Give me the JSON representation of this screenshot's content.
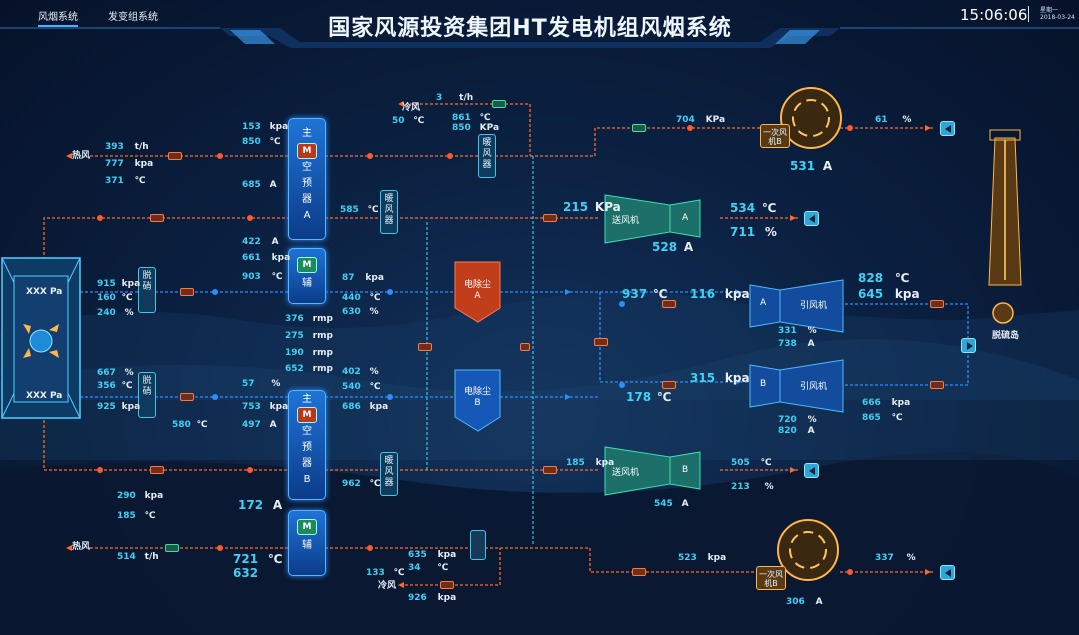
{
  "header": {
    "tabs": [
      {
        "label": "风烟系统"
      },
      {
        "label": "发变组系统"
      }
    ],
    "title": "国家风源投资集团HT发电机组风烟系统",
    "clock": "15:06:06",
    "weekday": "星期一",
    "date": "2018-03-24"
  },
  "air_preheater": {
    "label_top": "XXX Pa",
    "label_bottom": "XXX Pa",
    "main_a": {
      "chars": [
        "主",
        "空",
        "预",
        "器",
        "A"
      ],
      "motor": "M"
    },
    "aux_a": {
      "chars": [
        "辅"
      ],
      "motor": "M"
    },
    "main_b": {
      "chars": [
        "主",
        "空",
        "预",
        "器",
        "B"
      ],
      "motor": "M"
    },
    "aux_b": {
      "chars": [
        "辅"
      ],
      "motor": "M"
    }
  },
  "devices": {
    "warm_fan_top": "暖风器",
    "warm_fan_a": "暖风器",
    "warm_fan_b": "暖风器",
    "denitration_a": "脱硝",
    "denitration_b": "脱硝",
    "esp_a": {
      "name": "电除尘",
      "tag": "A"
    },
    "esp_b": {
      "name": "电除尘",
      "tag": "B"
    },
    "fd_fan_a": {
      "name": "送风机",
      "tag": "A"
    },
    "fd_fan_b": {
      "name": "送风机",
      "tag": "B"
    },
    "id_fan_a": {
      "name": "引风机",
      "tag": "A"
    },
    "id_fan_b": {
      "name": "引风机",
      "tag": "B"
    },
    "primary_fan_b_top": "一次风机B",
    "primary_fan_b_bottom": "一次风机B",
    "desulfurization": "脱硫岛"
  },
  "labels": {
    "hot_air_top": "热风",
    "hot_air_bottom": "热风",
    "cold_air_top": "冷风",
    "cold_air_bottom": "冷风"
  },
  "readings": {
    "hot_top_flow": "393",
    "hot_top_flow_u": "t/h",
    "hot_top_p": "777",
    "hot_top_p_u": "kpa",
    "hot_top_t": "371",
    "hot_top_t_u": "℃",
    "apa_p": "153",
    "apa_p_u": "kpa",
    "apa_t": "850",
    "apa_t_u": "℃",
    "apa_i": "685",
    "apa_i_u": "A",
    "cold_top_flow": "3",
    "cold_top_flow_u": "t/h",
    "cold_top_t": "50",
    "cold_top_t_u": "℃",
    "cold_top_t2": "861",
    "cold_top_t2_u": "℃",
    "cold_top_p": "850",
    "cold_top_p_u": "KPa",
    "warm_a_t": "585",
    "warm_a_t_u": "℃",
    "aux_a_i": "422",
    "aux_a_i_u": "A",
    "aux_a_p": "661",
    "aux_a_p_u": "kpa",
    "aux_a_t": "903",
    "aux_a_t_u": "℃",
    "dn_a_p": "915",
    "dn_a_p_u": "kpa",
    "dn_a_t": "160",
    "dn_a_t_u": "℃",
    "dn_a_pct": "240",
    "dn_a_pct_u": "%",
    "esp_in_a_p": "87",
    "esp_in_a_p_u": "kpa",
    "esp_in_a_t": "440",
    "esp_in_a_t_u": "℃",
    "esp_in_a_pct": "630",
    "esp_in_a_pct_u": "%",
    "rmp1": "376",
    "rmp2": "275",
    "rmp3": "190",
    "rmp4": "652",
    "rmp_u": "rmp",
    "dn_b_pct": "667",
    "dn_b_pct_u": "%",
    "dn_b_t": "356",
    "dn_b_t_u": "℃",
    "dn_b_p": "925",
    "dn_b_p_u": "kpa",
    "b_pct": "57",
    "b_pct_u": "%",
    "b_p": "753",
    "b_p_u": "kpa",
    "b_i": "497",
    "b_i_u": "A",
    "b_t_low": "580",
    "b_t_low_u": "℃",
    "esp_in_b_pct": "402",
    "esp_in_b_pct_u": "%",
    "esp_in_b_t": "540",
    "esp_in_b_t_u": "℃",
    "esp_in_b_p": "686",
    "esp_in_b_p_u": "kpa",
    "warm_b_t": "962",
    "warm_b_t_u": "℃",
    "bottom_p": "290",
    "bottom_p_u": "kpa",
    "bottom_t": "185",
    "bottom_t_u": "℃",
    "aux_b_i": "172",
    "aux_b_i_u": "A",
    "hot_bot_flow": "514",
    "hot_bot_flow_u": "t/h",
    "hot_bot_t": "721",
    "hot_bot_t_u": "℃",
    "hot_bot_v": "632",
    "cold_bot_p": "635",
    "cold_bot_p_u": "kpa",
    "cold_bot_t2": "34",
    "cold_bot_t2_u": "℃",
    "cold_bot_t": "133",
    "cold_bot_t_u": "℃",
    "cold_bot_p2": "926",
    "cold_bot_p2_u": "kpa",
    "fd_a_p": "215",
    "fd_a_p_u": "KPa",
    "fd_a_i": "528",
    "fd_a_i_u": "A",
    "fd_a_t": "534",
    "fd_a_t_u": "℃",
    "fd_a_pct": "711",
    "fd_a_pct_u": "%",
    "pf_top_p": "704",
    "pf_top_p_u": "KPa",
    "pf_top_pct": "61",
    "pf_top_pct_u": "%",
    "pf_top_i": "531",
    "pf_top_i_u": "A",
    "id_in_a_t": "937",
    "id_in_a_t_u": "℃",
    "id_in_a_p": "116",
    "id_in_a_p_u": "kpa",
    "id_a_t": "828",
    "id_a_t_u": "℃",
    "id_a_p": "645",
    "id_a_p_u": "kpa",
    "id_a_pct": "331",
    "id_a_pct_u": "%",
    "id_a_i": "738",
    "id_a_i_u": "A",
    "id_in_b_p": "315",
    "id_in_b_p_u": "kpa",
    "id_in_b_t": "178",
    "id_in_b_t_u": "℃",
    "id_b_p": "666",
    "id_b_p_u": "kpa",
    "id_b_t": "865",
    "id_b_t_u": "℃",
    "id_b_pct": "720",
    "id_b_pct_u": "%",
    "id_b_i": "820",
    "id_b_i_u": "A",
    "fd_b_p": "185",
    "fd_b_p_u": "kpa",
    "fd_b_t": "505",
    "fd_b_t_u": "℃",
    "fd_b_pct": "213",
    "fd_b_pct_u": "%",
    "fd_b_i": "545",
    "fd_b_i_u": "A",
    "pf_bot_p": "523",
    "pf_bot_p_u": "kpa",
    "pf_bot_pct": "337",
    "pf_bot_pct_u": "%",
    "pf_bot_i": "306",
    "pf_bot_i_u": "A"
  },
  "colors": {
    "hot_pipe": "#ff6a2b",
    "flue_pipe": "#2f8cff",
    "cold_pipe": "#4fd8f0",
    "value": "#3fd1f5"
  }
}
